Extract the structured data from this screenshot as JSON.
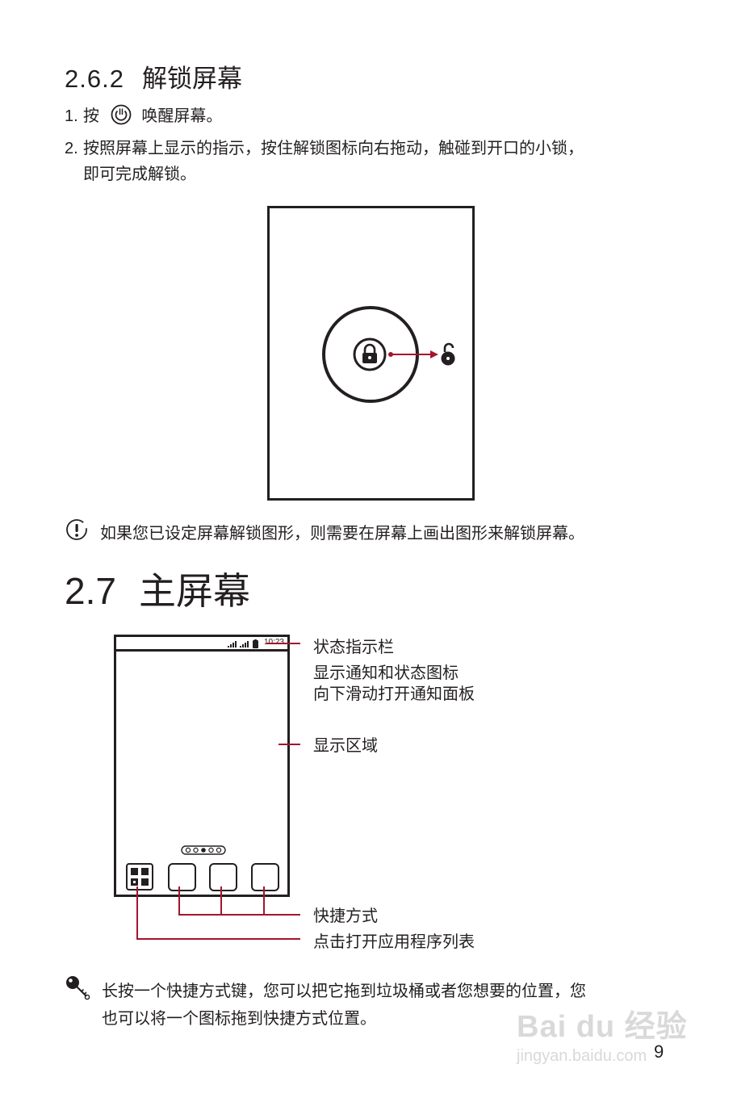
{
  "section_262": {
    "number": "2.6.2",
    "title": "解锁屏幕"
  },
  "steps": [
    {
      "num": "1.",
      "text_before": "按",
      "icon": "power-icon",
      "text_after": "唤醒屏幕。"
    },
    {
      "num": "2.",
      "text": "按照屏幕上显示的指示，按住解锁图标向右拖动，触碰到开口的小锁，",
      "text2": "即可完成解锁。"
    }
  ],
  "note": {
    "icon": "warning-icon",
    "text": "如果您已设定屏幕解锁图形，则需要在屏幕上画出图形来解锁屏幕。"
  },
  "section_27": {
    "number": "2.7",
    "title": "主屏幕"
  },
  "home_screen": {
    "status_time": "10:23",
    "callouts": {
      "status_bar_title": "状态指示栏",
      "status_bar_desc1": "显示通知和状态图标",
      "status_bar_desc2": "向下滑动打开通知面板",
      "display_area": "显示区域",
      "shortcuts": "快捷方式",
      "app_list": "点击打开应用程序列表"
    }
  },
  "tip": {
    "icon": "tip-icon",
    "line1": "长按一个快捷方式键，您可以把它拖到垃圾桶或者您想要的位置，您",
    "line2": "也可以将一个图标拖到快捷方式位置。"
  },
  "page_number": "9",
  "watermark": {
    "brand": "Bai du 经验",
    "url": "jingyan.baidu.com"
  },
  "colors": {
    "accent_red": "#a3152c",
    "text": "#231f20"
  }
}
